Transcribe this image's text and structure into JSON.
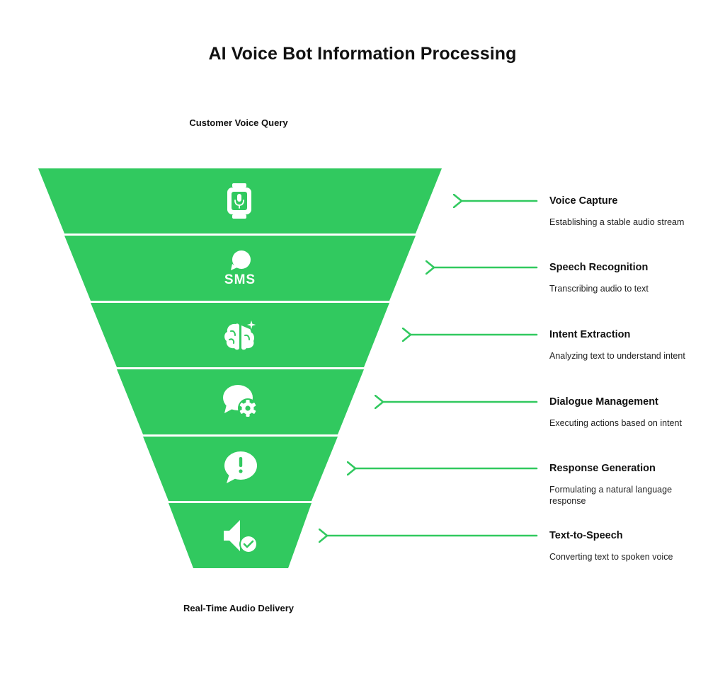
{
  "title": "AI Voice Bot Information Processing",
  "input_label": "Customer Voice Query",
  "output_label": "Real-Time Audio Delivery",
  "colors": {
    "funnel_fill": "#31c95f",
    "arrow": "#31c95f",
    "divider": "#ffffff",
    "icon": "#ffffff"
  },
  "steps": [
    {
      "title": "Voice Capture",
      "description": "Establishing a stable audio stream",
      "icon": "smartwatch-microphone-icon"
    },
    {
      "title": "Speech Recognition",
      "description": "Transcribing audio to text",
      "icon": "sms-chat-bubble-icon"
    },
    {
      "title": "Intent Extraction",
      "description": "Analyzing text to understand intent",
      "icon": "brain-sparkle-icon"
    },
    {
      "title": "Dialogue Management",
      "description": "Executing actions based on intent",
      "icon": "chat-gear-icon"
    },
    {
      "title": "Response Generation",
      "description": "Formulating a natural language response",
      "icon": "chat-exclamation-icon"
    },
    {
      "title": "Text-to-Speech",
      "description": "Converting text to spoken voice",
      "icon": "speaker-check-icon"
    }
  ]
}
